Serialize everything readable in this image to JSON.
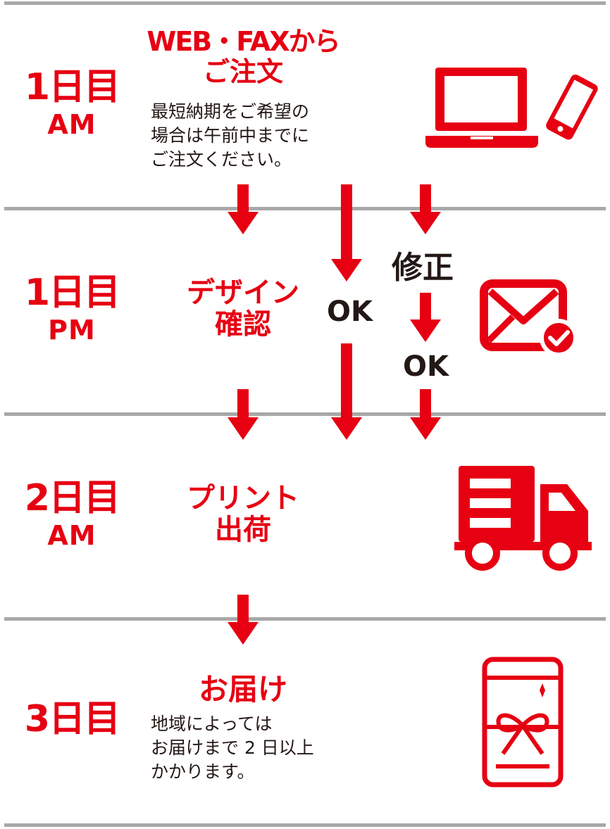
{
  "rows": [
    {
      "day": "1日目",
      "time": "AM",
      "step_line1": "WEB・FAXから",
      "step_line2": "ご注文",
      "desc_line1": "最短納期をご希望の",
      "desc_line2": "場合は午前中までに",
      "desc_line3": "ご注文ください。"
    },
    {
      "day": "1日目",
      "time": "PM",
      "step_line1": "デザイン",
      "step_line2": "確認"
    },
    {
      "day": "2日目",
      "time": "AM",
      "step_line1": "プリント",
      "step_line2": "出荷"
    },
    {
      "day": "3日目",
      "step_line1": "お届け",
      "desc_line1": "地域によっては",
      "desc_line2": "お届けまで 2 日以上",
      "desc_line3": "かかります。"
    }
  ],
  "branch": {
    "ok_label": "OK",
    "fix_label": "修正",
    "ok_after_fix_label": "OK"
  },
  "icons": [
    "laptop-icon",
    "smartphone-icon",
    "mail-check-icon",
    "delivery-truck-icon",
    "gift-box-icon"
  ],
  "colors": {
    "accent": "#e60012",
    "separator": "#a8a8a8",
    "text": "#231815"
  }
}
